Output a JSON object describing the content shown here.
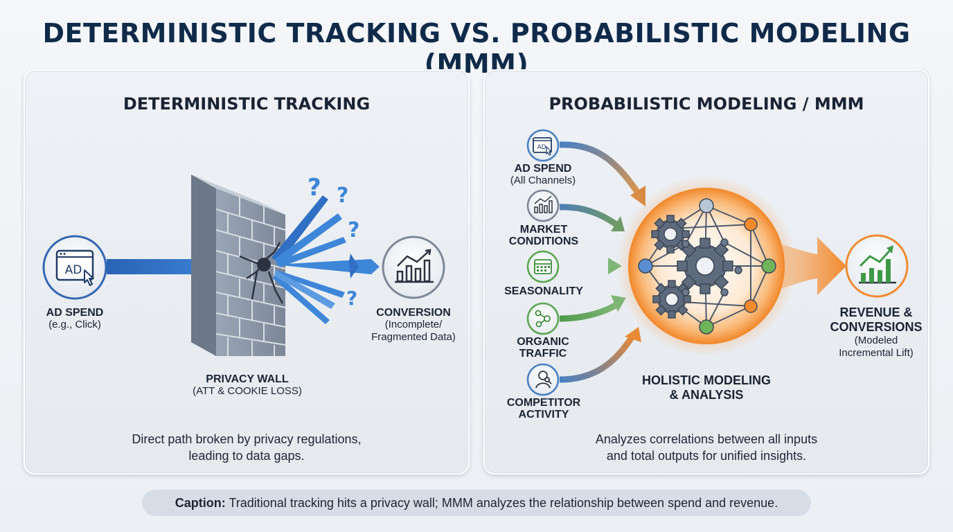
{
  "title": "DETERMINISTIC TRACKING VS. PROBABILISTIC MODELING (MMM)",
  "left_panel": {
    "title": "DETERMINISTIC TRACKING",
    "ad_icon_text": "AD",
    "ad_spend": {
      "title": "AD SPEND",
      "sub": "(e.g., Click)"
    },
    "wall": {
      "title": "PRIVACY WALL",
      "sub": "(ATT & COOKIE LOSS)"
    },
    "conversion": {
      "title": "CONVERSION",
      "sub1": "(Incomplete/",
      "sub2": "Fragmented Data)"
    },
    "description": [
      "Direct path broken by privacy regulations,",
      "leading to data gaps."
    ]
  },
  "right_panel": {
    "title": "PROBABILISTIC MODELING / MMM",
    "inputs": [
      {
        "title": "AD SPEND",
        "sub": "(All Channels)",
        "icon": "ad-icon",
        "color": "#4a7fc1"
      },
      {
        "title": "MARKET CONDITIONS",
        "sub": "",
        "icon": "chart-icon",
        "color": "#7a8594"
      },
      {
        "title": "SEASONALITY",
        "sub": "",
        "icon": "calendar-icon",
        "color": "#5aa64f"
      },
      {
        "title": "ORGANIC TRAFFIC",
        "sub": "",
        "icon": "network-icon",
        "color": "#5aa64f"
      },
      {
        "title": "COMPETITOR ACTIVITY",
        "sub": "",
        "icon": "competitor-icon",
        "color": "#4a7fc1"
      }
    ],
    "ad_icon_text": "AD",
    "center": {
      "line1": "HOLISTIC MODELING",
      "line2": "& ANALYSIS"
    },
    "output": {
      "title1": "REVENUE &",
      "title2": "CONVERSIONS",
      "sub1": "(Modeled",
      "sub2": "Incremental Lift)"
    },
    "description": [
      "Analyzes correlations between all inputs",
      "and total outputs for unified insights."
    ]
  },
  "caption": {
    "label": "Caption:",
    "text": " Traditional tracking hits a privacy wall; MMM analyzes the relationship between spend and revenue."
  },
  "colors": {
    "blue": "#2f6fc4",
    "orange": "#f28a2e",
    "green": "#3e9a47",
    "navy": "#102a4a"
  }
}
